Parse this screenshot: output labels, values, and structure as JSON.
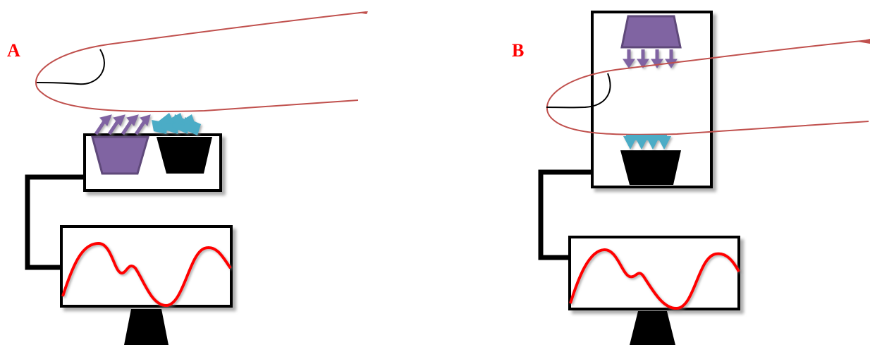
{
  "panels": [
    {
      "label": "A",
      "configuration": "reflection"
    },
    {
      "label": "B",
      "configuration": "transmission"
    }
  ],
  "colors": {
    "label": "#ff0000",
    "finger_outline": "#c0504d",
    "nail": "#000000",
    "emitter": "#8064a2",
    "emitter_border": "#5f497a",
    "detector": "#000000",
    "emitted_light": "#8064a2",
    "received_light": "#4bacc6",
    "waveform": "#ff0000",
    "frame": "#000000"
  },
  "icons": {
    "emitter": "trapezoid-light-emitter-icon",
    "detector": "trapezoid-photodetector-icon",
    "monitor": "monitor-display-icon"
  }
}
